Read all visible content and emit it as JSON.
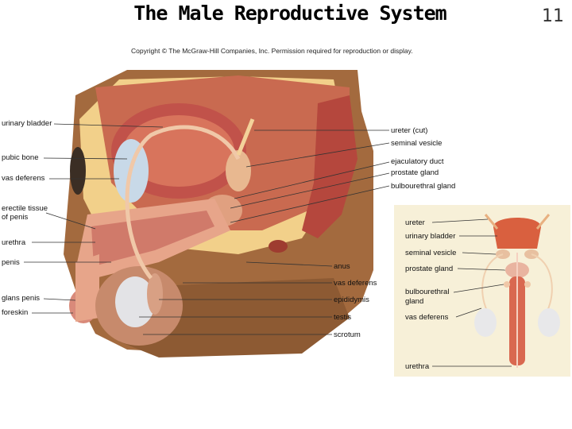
{
  "title": "The Male Reproductive System",
  "page_number": "11",
  "copyright": "Copyright © The McGraw-Hill Companies, Inc. Permission required for reproduction or display.",
  "left_labels": {
    "urinary_bladder": "urinary bladder",
    "pubic_bone": "pubic bone",
    "vas_deferens": "vas deferens",
    "erectile_tissue_line1": "erectile tissue",
    "erectile_tissue_line2": "of penis",
    "urethra": "urethra",
    "penis": "penis",
    "glans_penis": "glans penis",
    "foreskin": "foreskin"
  },
  "right_labels": {
    "ureter": "ureter (cut)",
    "seminal_vesicle": "seminal vesicle",
    "ejaculatory_duct": "ejaculatory duct",
    "prostate_gland": "prostate gland",
    "bulbourethral_gland": "bulbourethral gland",
    "anus": "anus",
    "vas_deferens": "vas deferens",
    "epididymis": "epididymis",
    "testis": "testis",
    "scrotum": "scrotum"
  },
  "inset_labels": {
    "ureter": "ureter",
    "urinary_bladder": "urinary bladder",
    "seminal_vesicle": "seminal vesicle",
    "prostate_gland": "prostate gland",
    "bulbourethral_line1": "bulbourethral",
    "bulbourethral_line2": "gland",
    "vas_deferens": "vas deferens",
    "urethra": "urethra"
  }
}
